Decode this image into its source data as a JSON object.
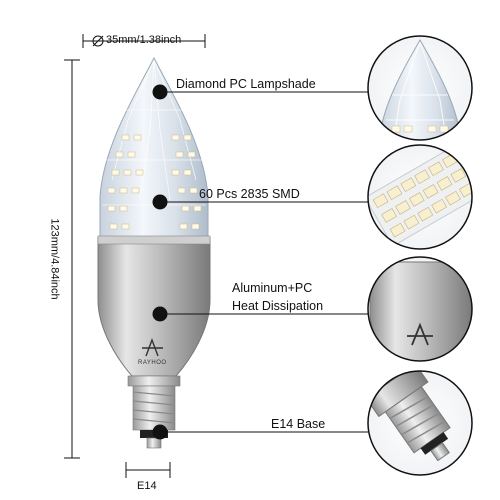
{
  "dimensions": {
    "width_label": "35mm/1.38inch",
    "height_label": "123mm/4.84inch",
    "base_width_label": "E14"
  },
  "brand": "RAYHOO",
  "callouts": [
    {
      "id": "lampshade",
      "lines": [
        "Diamond PC Lampshade"
      ]
    },
    {
      "id": "smd",
      "lines": [
        "60 Pcs 2835 SMD"
      ]
    },
    {
      "id": "heat",
      "lines": [
        "Aluminum+PC",
        "Heat Dissipation"
      ]
    },
    {
      "id": "base",
      "lines": [
        "E14  Base"
      ]
    }
  ],
  "colors": {
    "line": "#111111",
    "aluminum": "#b8b8b8",
    "glass": "#dfe6ee",
    "led": "#f3ead0"
  }
}
